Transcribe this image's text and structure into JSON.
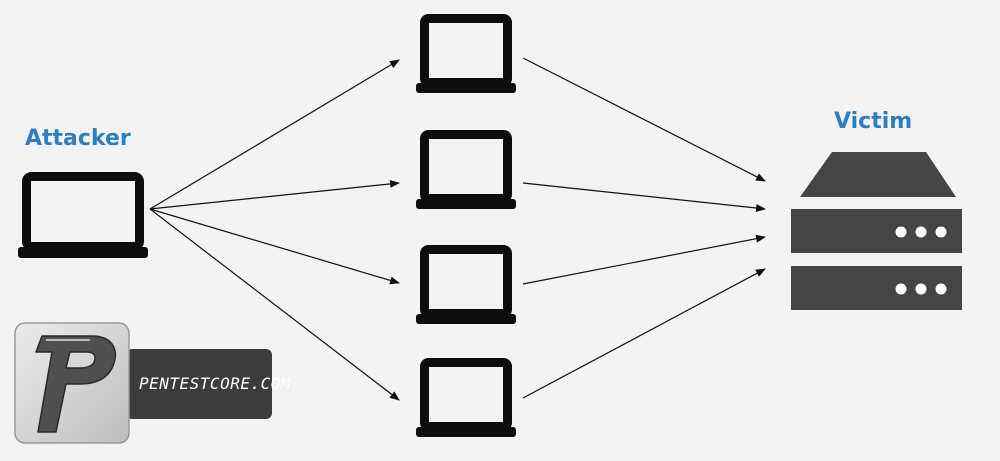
{
  "labels": {
    "attacker": "Attacker",
    "victim": "Victim"
  },
  "logo": {
    "text": "PENTESTCORE.COM",
    "monogram": "P",
    "colors": {
      "badge_bg": "#3c3c3c",
      "badge_text": "#ffffff",
      "monogram_light": "#e9e9e9",
      "monogram_dark": "#4f4f4f"
    }
  },
  "nodes": {
    "attacker": {
      "icon": "laptop-icon"
    },
    "intermediaries": [
      {
        "icon": "laptop-icon"
      },
      {
        "icon": "laptop-icon"
      },
      {
        "icon": "laptop-icon"
      },
      {
        "icon": "laptop-icon"
      }
    ],
    "victim": {
      "icon": "server-icon"
    }
  },
  "edges": [
    {
      "from": "attacker",
      "to": "laptop-1"
    },
    {
      "from": "attacker",
      "to": "laptop-2"
    },
    {
      "from": "attacker",
      "to": "laptop-3"
    },
    {
      "from": "attacker",
      "to": "laptop-4"
    },
    {
      "from": "laptop-1",
      "to": "victim"
    },
    {
      "from": "laptop-2",
      "to": "victim"
    },
    {
      "from": "laptop-3",
      "to": "victim"
    },
    {
      "from": "laptop-4",
      "to": "victim"
    }
  ],
  "colors": {
    "background": "#f3f3f3",
    "label": "#2e7ec1",
    "device": "#0d0d0d",
    "server": "#454545",
    "server_dots": "#ffffff",
    "arrow": "#111111"
  }
}
